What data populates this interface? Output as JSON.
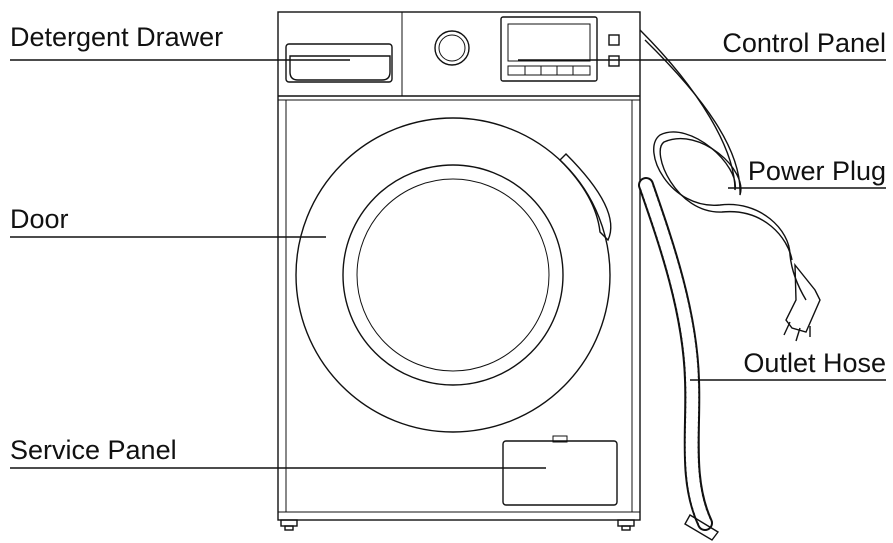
{
  "labels": {
    "detergent_drawer": "Detergent Drawer",
    "control_panel": "Control Panel",
    "power_plug": "Power Plug",
    "door": "Door",
    "outlet_hose": "Outlet Hose",
    "service_panel": "Service Panel"
  },
  "colors": {
    "line": "#111111",
    "background": "#ffffff"
  },
  "icons": [
    "washing-machine",
    "power-plug",
    "outlet-hose"
  ]
}
